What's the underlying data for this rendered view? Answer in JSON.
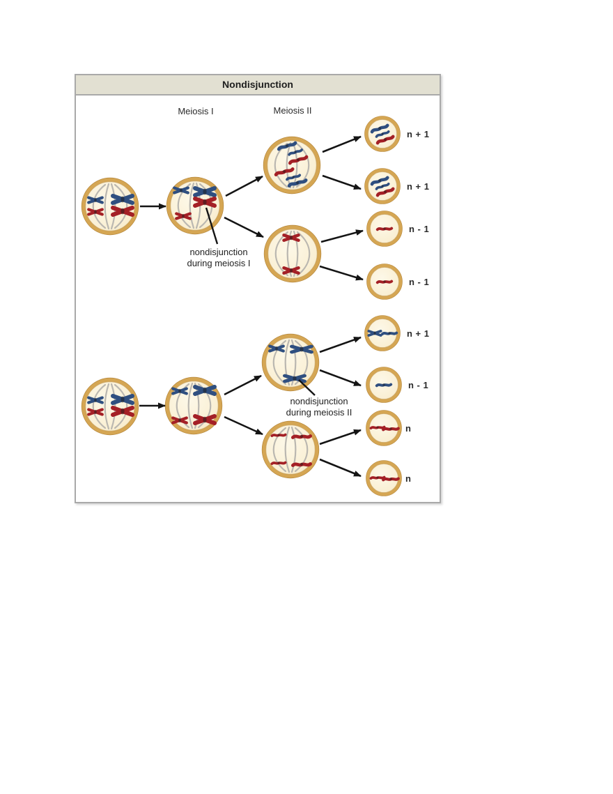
{
  "panel": {
    "title": "Nondisjunction"
  },
  "columns": {
    "meiosis_i": "Meiosis I",
    "meiosis_ii": "Meiosis II"
  },
  "annotations": {
    "meiosis_i": {
      "line1": "nondisjunction",
      "line2": "during meiosis I"
    },
    "meiosis_ii": {
      "line1": "nondisjunction",
      "line2": "during meiosis II"
    }
  },
  "gametes": {
    "top": [
      {
        "label": "n + 1",
        "contents": "2 blue chromatids + 1 red chromatid"
      },
      {
        "label": "n + 1",
        "contents": "2 blue chromatids + 1 red chromatid"
      },
      {
        "label": "n - 1",
        "contents": "1 red chromatid"
      },
      {
        "label": "n - 1",
        "contents": "1 red chromatid"
      }
    ],
    "bottom": [
      {
        "label": "n + 1",
        "contents": "1 blue chromosome (unseparated sister chromatids) + 1 blue chromatid"
      },
      {
        "label": "n - 1",
        "contents": "1 blue chromatid"
      },
      {
        "label": "n",
        "contents": "2 red chromatids"
      },
      {
        "label": "n",
        "contents": "2 red chromatids"
      }
    ]
  },
  "cells": {
    "top_row": {
      "parent": "4 duplicated chromosomes (2 blue, 2 red) on spindle",
      "meiosis_i": "nondisjunction: blue + red homologs fail to separate",
      "meiosis_ii_upper": "3 chromosomes (2 blue, 1 red) dividing",
      "meiosis_ii_lower": "1 red chromosome dividing"
    },
    "bottom_row": {
      "parent": "4 duplicated chromosomes (2 blue, 2 red) on spindle",
      "meiosis_i": "normal separation: blue pair up, red pair down",
      "meiosis_ii_upper": "2 blue chromosomes; sister chromatids fail to separate",
      "meiosis_ii_lower": "2 red chromosomes dividing normally"
    }
  },
  "colors": {
    "chromosome_blue": "#2f4f80",
    "chromosome_red": "#a42026",
    "cell_ring": "#d5a653",
    "cell_ring_edge": "#b5873c",
    "spindle": "#bab7b0",
    "header_bg": "#e2e0d2",
    "panel_border": "#a9a9a9",
    "arrow": "#141414"
  }
}
